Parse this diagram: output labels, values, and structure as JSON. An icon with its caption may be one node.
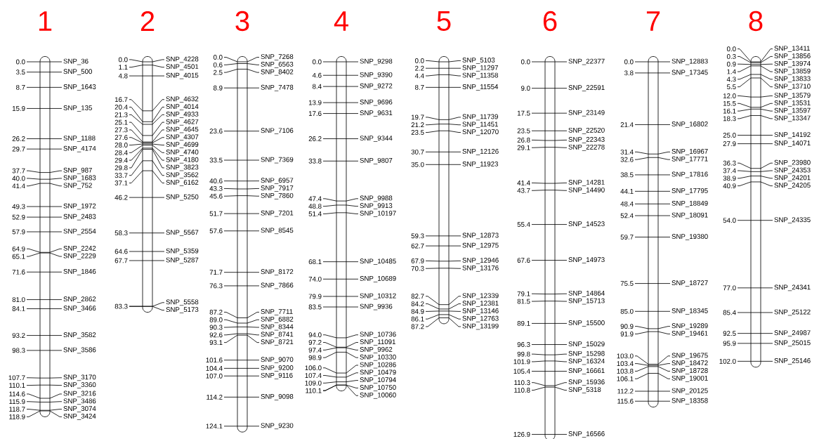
{
  "diagram": {
    "nodes": [
      {
        "text": [
          "1"
        ]
      },
      {
        "text": [
          "0.0"
        ]
      },
      {
        "text": [
          "3.5"
        ]
      },
      {
        "text": [
          "8.7"
        ]
      },
      {
        "text": [
          "15.9"
        ]
      },
      {
        "text": [
          "26.2"
        ]
      },
      {
        "text": [
          "29.7"
        ]
      },
      {
        "text": [
          "37.7"
        ]
      },
      {
        "text": [
          "40.0"
        ]
      },
      {
        "text": [
          "41.4"
        ]
      },
      {
        "text": [
          "49.3"
        ]
      },
      {
        "text": [
          "52.9"
        ]
      },
      {
        "text": [
          "57.9"
        ]
      },
      {
        "text": [
          "64.9"
        ]
      },
      {
        "text": [
          "65.1"
        ]
      },
      {
        "text": [
          "71.6"
        ]
      },
      {
        "text": [
          "81.0"
        ]
      },
      {
        "text": [
          "84.1"
        ]
      },
      {
        "text": [
          "93.2"
        ]
      },
      {
        "text": [
          "98.3"
        ]
      },
      {
        "text": [
          "107.7"
        ]
      },
      {
        "text": [
          "110.1"
        ]
      },
      {
        "text": [
          "114.6"
        ]
      },
      {
        "text": [
          "115.9"
        ]
      },
      {
        "text": [
          "118.7"
        ]
      },
      {
        "text": [
          "118.9"
        ]
      },
      {
        "text": [
          "SNP_36"
        ]
      },
      {
        "text": [
          "SNP_500"
        ]
      },
      {
        "text": [
          "SNP_1643"
        ]
      },
      {
        "text": [
          "SNP_135"
        ]
      },
      {
        "text": [
          "SNP_1188"
        ]
      },
      {
        "text": [
          "SNP_4174"
        ]
      },
      {
        "text": [
          "SNP_987"
        ]
      },
      {
        "text": [
          "SNP_1683"
        ]
      },
      {
        "text": [
          "SNP_752"
        ]
      },
      {
        "text": [
          "SNP_1972"
        ]
      },
      {
        "text": [
          "SNP_2483"
        ]
      },
      {
        "text": [
          "SNP_2554"
        ]
      },
      {
        "text": [
          "SNP_2242"
        ]
      },
      {
        "text": [
          "SNP_2229"
        ]
      },
      {
        "text": [
          "SNP_1846"
        ]
      },
      {
        "text": [
          "SNP_2862"
        ]
      },
      {
        "text": [
          "SNP_3466"
        ]
      },
      {
        "text": [
          "SNP_3582"
        ]
      },
      {
        "text": [
          "SNP_3586"
        ]
      },
      {
        "text": [
          "SNP_3170"
        ]
      },
      {
        "text": [
          "SNP_3360"
        ]
      },
      {
        "text": [
          "SNP_3216"
        ]
      },
      {
        "text": [
          "SNP_3486"
        ]
      },
      {
        "text": [
          "SNP_3074"
        ]
      },
      {
        "text": [
          "SNP_3424"
        ]
      },
      {
        "text": [
          "2"
        ]
      },
      {
        "text": [
          "0.0"
        ]
      },
      {
        "text": [
          "1.1"
        ]
      },
      {
        "text": [
          "4.8"
        ]
      },
      {
        "text": [
          "16.7"
        ]
      },
      {
        "text": [
          "20.4"
        ]
      },
      {
        "text": [
          "21.3"
        ]
      },
      {
        "text": [
          "25.1"
        ]
      },
      {
        "text": [
          "27.3"
        ]
      },
      {
        "text": [
          "27.6"
        ]
      },
      {
        "text": [
          "28.0"
        ]
      },
      {
        "text": [
          "28.4"
        ]
      },
      {
        "text": [
          "29.4"
        ]
      },
      {
        "text": [
          "29.8"
        ]
      },
      {
        "text": [
          "33.7"
        ]
      },
      {
        "text": [
          "37.1"
        ]
      },
      {
        "text": [
          "46.2"
        ]
      },
      {
        "text": [
          "58.3"
        ]
      },
      {
        "text": [
          "64.6"
        ]
      },
      {
        "text": [
          "67.7"
        ]
      },
      {
        "text": [
          "83.3"
        ]
      },
      {
        "text": [
          "SNP_4228"
        ]
      },
      {
        "text": [
          "SNP_4501"
        ]
      },
      {
        "text": [
          "SNP_4015"
        ]
      },
      {
        "text": [
          "SNP_4632"
        ]
      },
      {
        "text": [
          "SNP_4014"
        ]
      },
      {
        "text": [
          "SNP_4933"
        ]
      },
      {
        "text": [
          "SNP_4627"
        ]
      },
      {
        "text": [
          "SNP_4645"
        ]
      },
      {
        "text": [
          "SNP_4307"
        ]
      },
      {
        "text": [
          "SNP_4699"
        ]
      },
      {
        "text": [
          "SNP_4740"
        ]
      },
      {
        "text": [
          "SNP_4180"
        ]
      },
      {
        "text": [
          "SNP_3823"
        ]
      },
      {
        "text": [
          "SNP_3562"
        ]
      },
      {
        "text": [
          "SNP_6162"
        ]
      },
      {
        "text": [
          "SNP_5250"
        ]
      },
      {
        "text": [
          "SNP_5567"
        ]
      },
      {
        "text": [
          "SNP_5359"
        ]
      },
      {
        "text": [
          "SNP_5287"
        ]
      },
      {
        "text": [
          "SNP_5558"
        ]
      },
      {
        "text": [
          "SNP_5173"
        ]
      },
      {
        "text": [
          "3"
        ]
      },
      {
        "text": [
          "0.0"
        ]
      },
      {
        "text": [
          "0.6"
        ]
      },
      {
        "text": [
          "2.5"
        ]
      },
      {
        "text": [
          "8.9"
        ]
      },
      {
        "text": [
          "23.6"
        ]
      },
      {
        "text": [
          "33.5"
        ]
      },
      {
        "text": [
          "40.6"
        ]
      },
      {
        "text": [
          "43.3"
        ]
      },
      {
        "text": [
          "45.6"
        ]
      },
      {
        "text": [
          "51.7"
        ]
      },
      {
        "text": [
          "57.6"
        ]
      },
      {
        "text": [
          "71.7"
        ]
      },
      {
        "text": [
          "76.3"
        ]
      },
      {
        "text": [
          "87.2"
        ]
      },
      {
        "text": [
          "89.0"
        ]
      },
      {
        "text": [
          "90.3"
        ]
      },
      {
        "text": [
          "92.6"
        ]
      },
      {
        "text": [
          "93.1"
        ]
      },
      {
        "text": [
          "101.6"
        ]
      },
      {
        "text": [
          "104.4"
        ]
      },
      {
        "text": [
          "107.0"
        ]
      },
      {
        "text": [
          "114.2"
        ]
      },
      {
        "text": [
          "124.1"
        ]
      },
      {
        "text": [
          "SNP_7268"
        ]
      },
      {
        "text": [
          "SNP_6563"
        ]
      },
      {
        "text": [
          "SNP_8402"
        ]
      },
      {
        "text": [
          "SNP_7478"
        ]
      },
      {
        "text": [
          "SNP_7106"
        ]
      },
      {
        "text": [
          "SNP_7369"
        ]
      },
      {
        "text": [
          "SNP_6957"
        ]
      },
      {
        "text": [
          "SNP_7917"
        ]
      },
      {
        "text": [
          "SNP_7860"
        ]
      },
      {
        "text": [
          "SNP_7201"
        ]
      },
      {
        "text": [
          "SNP_8545"
        ]
      },
      {
        "text": [
          "SNP_8172"
        ]
      },
      {
        "text": [
          "SNP_7866"
        ]
      },
      {
        "text": [
          "SNP_7711"
        ]
      },
      {
        "text": [
          "SNP_6882"
        ]
      },
      {
        "text": [
          "SNP_8344"
        ]
      },
      {
        "text": [
          "SNP_8741"
        ]
      },
      {
        "text": [
          "SNP_8721"
        ]
      },
      {
        "text": [
          "SNP_9070"
        ]
      },
      {
        "text": [
          "SNP_9200"
        ]
      },
      {
        "text": [
          "SNP_9116"
        ]
      },
      {
        "text": [
          "SNP_9098"
        ]
      },
      {
        "text": [
          "SNP_9230"
        ]
      },
      {
        "text": [
          "4"
        ]
      },
      {
        "text": [
          "0.0"
        ]
      },
      {
        "text": [
          "4.6"
        ]
      },
      {
        "text": [
          "8.4"
        ]
      },
      {
        "text": [
          "13.9"
        ]
      },
      {
        "text": [
          "17.6"
        ]
      },
      {
        "text": [
          "26.2"
        ]
      },
      {
        "text": [
          "33.8"
        ]
      },
      {
        "text": [
          "47.4"
        ]
      },
      {
        "text": [
          "48.8"
        ]
      },
      {
        "text": [
          "51.4"
        ]
      },
      {
        "text": [
          "68.1"
        ]
      },
      {
        "text": [
          "74.0"
        ]
      },
      {
        "text": [
          "79.9"
        ]
      },
      {
        "text": [
          "83.5"
        ]
      },
      {
        "text": [
          "94.0"
        ]
      },
      {
        "text": [
          "97.2"
        ]
      },
      {
        "text": [
          "97.4"
        ]
      },
      {
        "text": [
          "98.9"
        ]
      },
      {
        "text": [
          "106.0"
        ]
      },
      {
        "text": [
          "107.4"
        ]
      },
      {
        "text": [
          "109.0"
        ]
      },
      {
        "text": [
          "110.1"
        ]
      },
      {
        "text": [
          "SNP_9298"
        ]
      },
      {
        "text": [
          "SNP_9390"
        ]
      },
      {
        "text": [
          "SNP_9272"
        ]
      },
      {
        "text": [
          "SNP_9696"
        ]
      },
      {
        "text": [
          "SNP_9631"
        ]
      },
      {
        "text": [
          "SNP_9344"
        ]
      },
      {
        "text": [
          "SNP_9807"
        ]
      },
      {
        "text": [
          "SNP_9988"
        ]
      },
      {
        "text": [
          "SNP_9913"
        ]
      },
      {
        "text": [
          "SNP_10197"
        ]
      },
      {
        "text": [
          "SNP_10485"
        ]
      },
      {
        "text": [
          "SNP_10689"
        ]
      },
      {
        "text": [
          "SNP_10312"
        ]
      },
      {
        "text": [
          "SNP_9936"
        ]
      },
      {
        "text": [
          "SNP_10736"
        ]
      },
      {
        "text": [
          "SNP_11091"
        ]
      },
      {
        "text": [
          "SNP_9962"
        ]
      },
      {
        "text": [
          "SNP_10330"
        ]
      },
      {
        "text": [
          "SNP_10286"
        ]
      },
      {
        "text": [
          "SNP_10479"
        ]
      },
      {
        "text": [
          "SNP_10794"
        ]
      },
      {
        "text": [
          "SNP_10750"
        ]
      },
      {
        "text": [
          "SNP_10060"
        ]
      },
      {
        "text": [
          "5"
        ]
      },
      {
        "text": [
          "0.0"
        ]
      },
      {
        "text": [
          "2.2"
        ]
      },
      {
        "text": [
          "4.4"
        ]
      },
      {
        "text": [
          "8.7"
        ]
      },
      {
        "text": [
          "19.7"
        ]
      },
      {
        "text": [
          "21.2"
        ]
      },
      {
        "text": [
          "23.5"
        ]
      },
      {
        "text": [
          "30.7"
        ]
      },
      {
        "text": [
          "35.0"
        ]
      },
      {
        "text": [
          "59.3"
        ]
      },
      {
        "text": [
          "62.7"
        ]
      },
      {
        "text": [
          "67.9"
        ]
      },
      {
        "text": [
          "70.3"
        ]
      },
      {
        "text": [
          "82.7"
        ]
      },
      {
        "text": [
          "84.2"
        ]
      },
      {
        "text": [
          "84.9"
        ]
      },
      {
        "text": [
          "86.1"
        ]
      },
      {
        "text": [
          "87.2"
        ]
      },
      {
        "text": [
          "SNP_5103"
        ]
      },
      {
        "text": [
          "SNP_11297"
        ]
      },
      {
        "text": [
          "SNP_11358"
        ]
      },
      {
        "text": [
          "SNP_11554"
        ]
      },
      {
        "text": [
          "SNP_11739"
        ]
      },
      {
        "text": [
          "SNP_11451"
        ]
      },
      {
        "text": [
          "SNP_12070"
        ]
      },
      {
        "text": [
          "SNP_12126"
        ]
      },
      {
        "text": [
          "SNP_11923"
        ]
      },
      {
        "text": [
          "SNP_12873"
        ]
      },
      {
        "text": [
          "SNP_12975"
        ]
      },
      {
        "text": [
          "SNP_12946"
        ]
      },
      {
        "text": [
          "SNP_13176"
        ]
      },
      {
        "text": [
          "SNP_12339"
        ]
      },
      {
        "text": [
          "SNP_12381"
        ]
      },
      {
        "text": [
          "SNP_13146"
        ]
      },
      {
        "text": [
          "SNP_12763"
        ]
      },
      {
        "text": [
          "SNP_13199"
        ]
      },
      {
        "text": [
          "6"
        ]
      },
      {
        "text": [
          "0.0"
        ]
      },
      {
        "text": [
          "9.0"
        ]
      },
      {
        "text": [
          "17.5"
        ]
      },
      {
        "text": [
          "23.5"
        ]
      },
      {
        "text": [
          "26.8"
        ]
      },
      {
        "text": [
          "29.1"
        ]
      },
      {
        "text": [
          "41.4"
        ]
      },
      {
        "text": [
          "43.7"
        ]
      },
      {
        "text": [
          "55.4"
        ]
      },
      {
        "text": [
          "67.6"
        ]
      },
      {
        "text": [
          "79.1"
        ]
      },
      {
        "text": [
          "81.5"
        ]
      },
      {
        "text": [
          "89.1"
        ]
      },
      {
        "text": [
          "96.3"
        ]
      },
      {
        "text": [
          "99.8"
        ]
      },
      {
        "text": [
          "101.9"
        ]
      },
      {
        "text": [
          "105.4"
        ]
      },
      {
        "text": [
          "110.3"
        ]
      },
      {
        "text": [
          "110.8"
        ]
      },
      {
        "text": [
          "126.9"
        ]
      },
      {
        "text": [
          "SNP_22377"
        ]
      },
      {
        "text": [
          "SNP_22591"
        ]
      },
      {
        "text": [
          "SNP_23149"
        ]
      },
      {
        "text": [
          "SNP_22520"
        ]
      },
      {
        "text": [
          "SNP_22343"
        ]
      },
      {
        "text": [
          "SNP_22278"
        ]
      },
      {
        "text": [
          "SNP_14281"
        ]
      },
      {
        "text": [
          "SNP_14490"
        ]
      },
      {
        "text": [
          "SNP_14523"
        ]
      },
      {
        "text": [
          "SNP_14973"
        ]
      },
      {
        "text": [
          "SNP_14864"
        ]
      },
      {
        "text": [
          "SNP_15713"
        ]
      },
      {
        "text": [
          "SNP_15500"
        ]
      },
      {
        "text": [
          "SNP_15029"
        ]
      },
      {
        "text": [
          "SNP_15298"
        ]
      },
      {
        "text": [
          "SNP_16324"
        ]
      },
      {
        "text": [
          "SNP_16661"
        ]
      },
      {
        "text": [
          "SNP_15936"
        ]
      },
      {
        "text": [
          "SNP_5318"
        ]
      },
      {
        "text": [
          "SNP_16566"
        ]
      },
      {
        "text": [
          "7"
        ]
      },
      {
        "text": [
          "0.0"
        ]
      },
      {
        "text": [
          "3.8"
        ]
      },
      {
        "text": [
          "21.4"
        ]
      },
      {
        "text": [
          "31.4"
        ]
      },
      {
        "text": [
          "32.6"
        ]
      },
      {
        "text": [
          "38.5"
        ]
      },
      {
        "text": [
          "44.1"
        ]
      },
      {
        "text": [
          "48.4"
        ]
      },
      {
        "text": [
          "52.4"
        ]
      },
      {
        "text": [
          "59.7"
        ]
      },
      {
        "text": [
          "75.5"
        ]
      },
      {
        "text": [
          "85.0"
        ]
      },
      {
        "text": [
          "90.9"
        ]
      },
      {
        "text": [
          "91.9"
        ]
      },
      {
        "text": [
          "103.0"
        ]
      },
      {
        "text": [
          "103.4"
        ]
      },
      {
        "text": [
          "103.8"
        ]
      },
      {
        "text": [
          "106.1"
        ]
      },
      {
        "text": [
          "112.2"
        ]
      },
      {
        "text": [
          "115.6"
        ]
      },
      {
        "text": [
          "SNP_12883"
        ]
      },
      {
        "text": [
          "SNP_17345"
        ]
      },
      {
        "text": [
          "SNP_16802"
        ]
      },
      {
        "text": [
          "SNP_16967"
        ]
      },
      {
        "text": [
          "SNP_17771"
        ]
      },
      {
        "text": [
          "SNP_17816"
        ]
      },
      {
        "text": [
          "SNP_17795"
        ]
      },
      {
        "text": [
          "SNP_18849"
        ]
      },
      {
        "text": [
          "SNP_18091"
        ]
      },
      {
        "text": [
          "SNP_19380"
        ]
      },
      {
        "text": [
          "SNP_18727"
        ]
      },
      {
        "text": [
          "SNP_18345"
        ]
      },
      {
        "text": [
          "SNP_19289"
        ]
      },
      {
        "text": [
          "SNP_19461"
        ]
      },
      {
        "text": [
          "SNP_19675"
        ]
      },
      {
        "text": [
          "SNP_18472"
        ]
      },
      {
        "text": [
          "SNP_18728"
        ]
      },
      {
        "text": [
          "SNP_19001"
        ]
      },
      {
        "text": [
          "SNP_20125"
        ]
      },
      {
        "text": [
          "SNP_18358"
        ]
      },
      {
        "text": [
          "8"
        ]
      },
      {
        "text": [
          "0.0"
        ]
      },
      {
        "text": [
          "0.3"
        ]
      },
      {
        "text": [
          "0.9"
        ]
      },
      {
        "text": [
          "1.4"
        ]
      },
      {
        "text": [
          "4.3"
        ]
      },
      {
        "text": [
          "5.5"
        ]
      },
      {
        "text": [
          "12.0"
        ]
      },
      {
        "text": [
          "15.5"
        ]
      },
      {
        "text": [
          "16.1"
        ]
      },
      {
        "text": [
          "18.3"
        ]
      },
      {
        "text": [
          "25.0"
        ]
      },
      {
        "text": [
          "27.9"
        ]
      },
      {
        "text": [
          "36.3"
        ]
      },
      {
        "text": [
          "37.4"
        ]
      },
      {
        "text": [
          "38.9"
        ]
      },
      {
        "text": [
          "40.9"
        ]
      },
      {
        "text": [
          "54.0"
        ]
      },
      {
        "text": [
          "77.0"
        ]
      },
      {
        "text": [
          "85.4"
        ]
      },
      {
        "text": [
          "92.5"
        ]
      },
      {
        "text": [
          "95.9"
        ]
      },
      {
        "text": [
          "102.0"
        ]
      },
      {
        "text": [
          "SNP_13411"
        ]
      },
      {
        "text": [
          "SNP_13856"
        ]
      },
      {
        "text": [
          "SNP_13974"
        ]
      },
      {
        "text": [
          "SNP_13859"
        ]
      },
      {
        "text": [
          "SNP_13833"
        ]
      },
      {
        "text": [
          "SNP_13710"
        ]
      },
      {
        "text": [
          "SNP_13579"
        ]
      },
      {
        "text": [
          "SNP_13531"
        ]
      },
      {
        "text": [
          "SNP_13597"
        ]
      },
      {
        "text": [
          "SNP_13347"
        ]
      },
      {
        "text": [
          "SNP_14192"
        ]
      },
      {
        "text": [
          "SNP_14071"
        ]
      },
      {
        "text": [
          "SNP_23980"
        ]
      },
      {
        "text": [
          "SNP_24353"
        ]
      },
      {
        "text": [
          "SNP_24201"
        ]
      },
      {
        "text": [
          "SNP_24205"
        ]
      },
      {
        "text": [
          "SNP_24335"
        ]
      },
      {
        "text": [
          "SNP_24341"
        ]
      },
      {
        "text": [
          "SNP_25122"
        ]
      },
      {
        "text": [
          "SNP_24987"
        ]
      },
      {
        "text": [
          "SNP_25015"
        ]
      },
      {
        "text": [
          "SNP_25146"
        ]
      }
    ],
    "edges": [
      {
        "from": 1,
        "to": 26,
        "arrow": "none"
      },
      {
        "from": 2,
        "to": 27,
        "arrow": "none"
      },
      {
        "from": 3,
        "to": 28,
        "arrow": "none"
      },
      {
        "from": 4,
        "to": 29,
        "arrow": "none"
      },
      {
        "from": 5,
        "to": 30,
        "arrow": "none"
      },
      {
        "from": 6,
        "to": 31,
        "arrow": "none"
      },
      {
        "from": 7,
        "to": 32,
        "arrow": "none"
      },
      {
        "from": 8,
        "to": 33,
        "arrow": "none"
      },
      {
        "from": 9,
        "to": 34,
        "arrow": "none"
      },
      {
        "from": 10,
        "to": 35,
        "arrow": "none"
      },
      {
        "from": 11,
        "to": 36,
        "arrow": "none"
      },
      {
        "from": 12,
        "to": 37,
        "arrow": "none"
      },
      {
        "from": 13,
        "to": 38,
        "arrow": "none"
      },
      {
        "from": 14,
        "to": 39,
        "arrow": "none"
      },
      {
        "from": 15,
        "to": 40,
        "arrow": "none"
      },
      {
        "from": 16,
        "to": 41,
        "arrow": "none"
      },
      {
        "from": 17,
        "to": 42,
        "arrow": "none"
      },
      {
        "from": 18,
        "to": 43,
        "arrow": "none"
      },
      {
        "from": 19,
        "to": 44,
        "arrow": "none"
      },
      {
        "from": 20,
        "to": 45,
        "arrow": "none"
      },
      {
        "from": 21,
        "to": 46,
        "arrow": "none"
      },
      {
        "from": 22,
        "to": 47,
        "arrow": "none"
      },
      {
        "from": 23,
        "to": 48,
        "arrow": "none"
      },
      {
        "from": 24,
        "to": 49,
        "arrow": "none"
      },
      {
        "from": 25,
        "to": 50,
        "arrow": "none"
      },
      {
        "from": 52,
        "to": 72,
        "arrow": "none"
      },
      {
        "from": 53,
        "to": 73,
        "arrow": "none"
      },
      {
        "from": 54,
        "to": 74,
        "arrow": "none"
      },
      {
        "from": 55,
        "to": 75,
        "arrow": "none"
      },
      {
        "from": 56,
        "to": 76,
        "arrow": "none"
      },
      {
        "from": 57,
        "to": 77,
        "arrow": "none"
      },
      {
        "from": 58,
        "to": 78,
        "arrow": "none"
      },
      {
        "from": 59,
        "to": 79,
        "arrow": "none"
      },
      {
        "from": 60,
        "to": 80,
        "arrow": "none"
      },
      {
        "from": 61,
        "to": 81,
        "arrow": "none"
      },
      {
        "from": 62,
        "to": 82,
        "arrow": "none"
      },
      {
        "from": 63,
        "to": 83,
        "arrow": "none"
      },
      {
        "from": 64,
        "to": 84,
        "arrow": "none"
      },
      {
        "from": 65,
        "to": 85,
        "arrow": "none"
      },
      {
        "from": 66,
        "to": 86,
        "arrow": "none"
      },
      {
        "from": 67,
        "to": 87,
        "arrow": "none"
      },
      {
        "from": 68,
        "to": 88,
        "arrow": "none"
      },
      {
        "from": 69,
        "to": 89,
        "arrow": "none"
      },
      {
        "from": 70,
        "to": 90,
        "arrow": "none"
      },
      {
        "from": 71,
        "to": 91,
        "arrow": "none"
      },
      {
        "from": 71,
        "to": 92,
        "arrow": "none"
      },
      {
        "from": 94,
        "to": 117,
        "arrow": "none"
      },
      {
        "from": 95,
        "to": 118,
        "arrow": "none"
      },
      {
        "from": 96,
        "to": 119,
        "arrow": "none"
      },
      {
        "from": 97,
        "to": 120,
        "arrow": "none"
      },
      {
        "from": 98,
        "to": 121,
        "arrow": "none"
      },
      {
        "from": 99,
        "to": 122,
        "arrow": "none"
      },
      {
        "from": 100,
        "to": 123,
        "arrow": "none"
      },
      {
        "from": 101,
        "to": 124,
        "arrow": "none"
      },
      {
        "from": 102,
        "to": 125,
        "arrow": "none"
      },
      {
        "from": 103,
        "to": 126,
        "arrow": "none"
      },
      {
        "from": 104,
        "to": 127,
        "arrow": "none"
      },
      {
        "from": 105,
        "to": 128,
        "arrow": "none"
      },
      {
        "from": 106,
        "to": 129,
        "arrow": "none"
      },
      {
        "from": 107,
        "to": 130,
        "arrow": "none"
      },
      {
        "from": 108,
        "to": 131,
        "arrow": "none"
      },
      {
        "from": 109,
        "to": 132,
        "arrow": "none"
      },
      {
        "from": 110,
        "to": 133,
        "arrow": "none"
      },
      {
        "from": 111,
        "to": 134,
        "arrow": "none"
      },
      {
        "from": 112,
        "to": 135,
        "arrow": "none"
      },
      {
        "from": 113,
        "to": 136,
        "arrow": "none"
      },
      {
        "from": 114,
        "to": 137,
        "arrow": "none"
      },
      {
        "from": 115,
        "to": 138,
        "arrow": "none"
      },
      {
        "from": 116,
        "to": 139,
        "arrow": "none"
      },
      {
        "from": 141,
        "to": 163,
        "arrow": "none"
      },
      {
        "from": 142,
        "to": 164,
        "arrow": "none"
      },
      {
        "from": 143,
        "to": 165,
        "arrow": "none"
      },
      {
        "from": 144,
        "to": 166,
        "arrow": "none"
      },
      {
        "from": 145,
        "to": 167,
        "arrow": "none"
      },
      {
        "from": 146,
        "to": 168,
        "arrow": "none"
      },
      {
        "from": 147,
        "to": 169,
        "arrow": "none"
      },
      {
        "from": 148,
        "to": 170,
        "arrow": "none"
      },
      {
        "from": 149,
        "to": 171,
        "arrow": "none"
      },
      {
        "from": 150,
        "to": 172,
        "arrow": "none"
      },
      {
        "from": 151,
        "to": 173,
        "arrow": "none"
      },
      {
        "from": 152,
        "to": 174,
        "arrow": "none"
      },
      {
        "from": 153,
        "to": 175,
        "arrow": "none"
      },
      {
        "from": 154,
        "to": 176,
        "arrow": "none"
      },
      {
        "from": 155,
        "to": 177,
        "arrow": "none"
      },
      {
        "from": 156,
        "to": 178,
        "arrow": "none"
      },
      {
        "from": 157,
        "to": 179,
        "arrow": "none"
      },
      {
        "from": 158,
        "to": 180,
        "arrow": "none"
      },
      {
        "from": 159,
        "to": 181,
        "arrow": "none"
      },
      {
        "from": 160,
        "to": 182,
        "arrow": "none"
      },
      {
        "from": 161,
        "to": 183,
        "arrow": "none"
      },
      {
        "from": 162,
        "to": 184,
        "arrow": "none"
      },
      {
        "from": 162,
        "to": 185,
        "arrow": "none"
      },
      {
        "from": 187,
        "to": 205,
        "arrow": "none"
      },
      {
        "from": 188,
        "to": 206,
        "arrow": "none"
      },
      {
        "from": 189,
        "to": 207,
        "arrow": "none"
      },
      {
        "from": 190,
        "to": 208,
        "arrow": "none"
      },
      {
        "from": 191,
        "to": 209,
        "arrow": "none"
      },
      {
        "from": 192,
        "to": 210,
        "arrow": "none"
      },
      {
        "from": 193,
        "to": 211,
        "arrow": "none"
      },
      {
        "from": 194,
        "to": 212,
        "arrow": "none"
      },
      {
        "from": 195,
        "to": 213,
        "arrow": "none"
      },
      {
        "from": 196,
        "to": 214,
        "arrow": "none"
      },
      {
        "from": 197,
        "to": 215,
        "arrow": "none"
      },
      {
        "from": 198,
        "to": 216,
        "arrow": "none"
      },
      {
        "from": 199,
        "to": 217,
        "arrow": "none"
      },
      {
        "from": 200,
        "to": 218,
        "arrow": "none"
      },
      {
        "from": 201,
        "to": 219,
        "arrow": "none"
      },
      {
        "from": 202,
        "to": 220,
        "arrow": "none"
      },
      {
        "from": 203,
        "to": 221,
        "arrow": "none"
      },
      {
        "from": 204,
        "to": 222,
        "arrow": "none"
      },
      {
        "from": 224,
        "to": 244,
        "arrow": "none"
      },
      {
        "from": 225,
        "to": 245,
        "arrow": "none"
      },
      {
        "from": 226,
        "to": 246,
        "arrow": "none"
      },
      {
        "from": 227,
        "to": 247,
        "arrow": "none"
      },
      {
        "from": 228,
        "to": 248,
        "arrow": "none"
      },
      {
        "from": 229,
        "to": 249,
        "arrow": "none"
      },
      {
        "from": 230,
        "to": 250,
        "arrow": "none"
      },
      {
        "from": 231,
        "to": 251,
        "arrow": "none"
      },
      {
        "from": 232,
        "to": 252,
        "arrow": "none"
      },
      {
        "from": 233,
        "to": 253,
        "arrow": "none"
      },
      {
        "from": 234,
        "to": 254,
        "arrow": "none"
      },
      {
        "from": 235,
        "to": 255,
        "arrow": "none"
      },
      {
        "from": 236,
        "to": 256,
        "arrow": "none"
      },
      {
        "from": 237,
        "to": 257,
        "arrow": "none"
      },
      {
        "from": 238,
        "to": 258,
        "arrow": "none"
      },
      {
        "from": 239,
        "to": 259,
        "arrow": "none"
      },
      {
        "from": 240,
        "to": 260,
        "arrow": "none"
      },
      {
        "from": 241,
        "to": 261,
        "arrow": "none"
      },
      {
        "from": 242,
        "to": 262,
        "arrow": "none"
      },
      {
        "from": 243,
        "to": 263,
        "arrow": "none"
      },
      {
        "from": 265,
        "to": 285,
        "arrow": "none"
      },
      {
        "from": 266,
        "to": 286,
        "arrow": "none"
      },
      {
        "from": 267,
        "to": 287,
        "arrow": "none"
      },
      {
        "from": 268,
        "to": 288,
        "arrow": "none"
      },
      {
        "from": 269,
        "to": 289,
        "arrow": "none"
      },
      {
        "from": 270,
        "to": 290,
        "arrow": "none"
      },
      {
        "from": 271,
        "to": 291,
        "arrow": "none"
      },
      {
        "from": 272,
        "to": 292,
        "arrow": "none"
      },
      {
        "from": 273,
        "to": 293,
        "arrow": "none"
      },
      {
        "from": 274,
        "to": 294,
        "arrow": "none"
      },
      {
        "from": 275,
        "to": 295,
        "arrow": "none"
      },
      {
        "from": 276,
        "to": 296,
        "arrow": "none"
      },
      {
        "from": 277,
        "to": 297,
        "arrow": "none"
      },
      {
        "from": 278,
        "to": 298,
        "arrow": "none"
      },
      {
        "from": 279,
        "to": 299,
        "arrow": "none"
      },
      {
        "from": 280,
        "to": 300,
        "arrow": "none"
      },
      {
        "from": 281,
        "to": 301,
        "arrow": "none"
      },
      {
        "from": 282,
        "to": 302,
        "arrow": "none"
      },
      {
        "from": 283,
        "to": 303,
        "arrow": "none"
      },
      {
        "from": 284,
        "to": 304,
        "arrow": "none"
      },
      {
        "from": 306,
        "to": 328,
        "arrow": "none"
      },
      {
        "from": 307,
        "to": 329,
        "arrow": "none"
      },
      {
        "from": 308,
        "to": 330,
        "arrow": "none"
      },
      {
        "from": 309,
        "to": 331,
        "arrow": "none"
      },
      {
        "from": 310,
        "to": 332,
        "arrow": "none"
      },
      {
        "from": 311,
        "to": 333,
        "arrow": "none"
      },
      {
        "from": 312,
        "to": 334,
        "arrow": "none"
      },
      {
        "from": 313,
        "to": 335,
        "arrow": "none"
      },
      {
        "from": 314,
        "to": 336,
        "arrow": "none"
      },
      {
        "from": 315,
        "to": 337,
        "arrow": "none"
      },
      {
        "from": 316,
        "to": 338,
        "arrow": "none"
      },
      {
        "from": 317,
        "to": 339,
        "arrow": "none"
      },
      {
        "from": 318,
        "to": 340,
        "arrow": "none"
      },
      {
        "from": 319,
        "to": 341,
        "arrow": "none"
      },
      {
        "from": 320,
        "to": 342,
        "arrow": "none"
      },
      {
        "from": 321,
        "to": 343,
        "arrow": "none"
      },
      {
        "from": 322,
        "to": 344,
        "arrow": "none"
      },
      {
        "from": 323,
        "to": 345,
        "arrow": "none"
      },
      {
        "from": 324,
        "to": 346,
        "arrow": "none"
      },
      {
        "from": 325,
        "to": 347,
        "arrow": "none"
      },
      {
        "from": 326,
        "to": 348,
        "arrow": "none"
      },
      {
        "from": 327,
        "to": 349,
        "arrow": "none"
      }
    ]
  }
}
